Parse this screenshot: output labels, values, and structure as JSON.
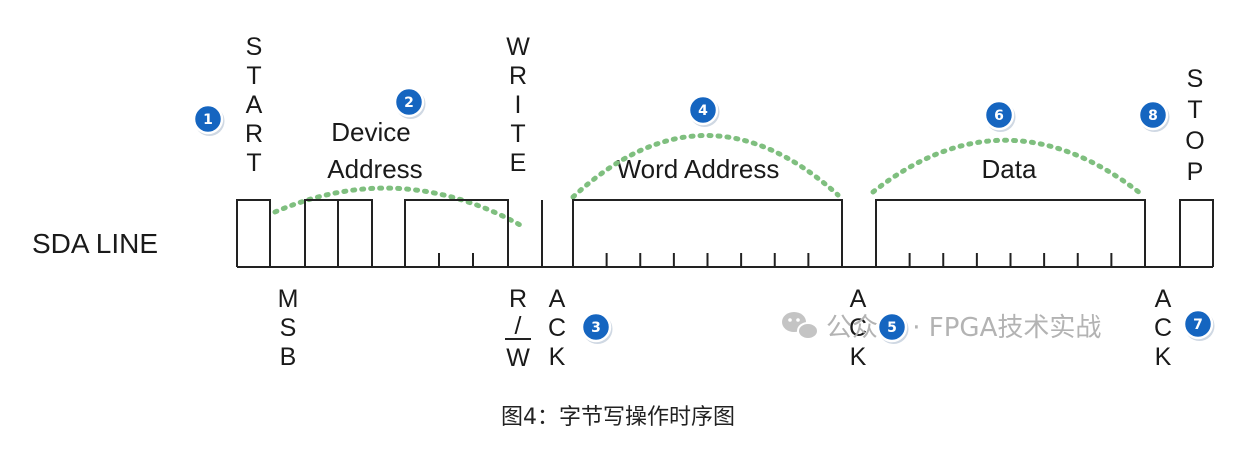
{
  "labels": {
    "start": "START",
    "write": "WRITE",
    "stop": "STOP",
    "device_line1": "Device",
    "device_line2": "Address",
    "word_address": "Word Address",
    "data": "Data",
    "sda_line": "SDA LINE",
    "msb": "MSB",
    "rw_r": "R",
    "rw_slash": "/",
    "rw_w": "W",
    "ack": "ACK"
  },
  "badges": [
    "1",
    "2",
    "3",
    "4",
    "5",
    "6",
    "7",
    "8"
  ],
  "watermark": "公众号 · FPGA技术实战",
  "caption": "图4：字节写操作时序图",
  "colors": {
    "line": "#222222",
    "dotted_arc": "#7fbf7f",
    "badge_fill": "#1565c0",
    "watermark": "#b3b3b3"
  }
}
